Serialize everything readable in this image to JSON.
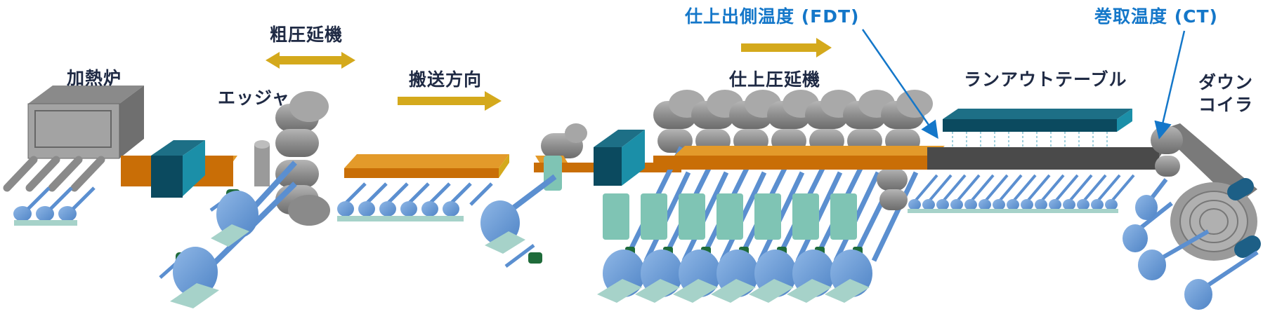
{
  "labels": {
    "furnace": "加熱炉",
    "edger": "エッジャ",
    "rougher": "粗圧延機",
    "direction": "搬送方向",
    "finisher": "仕上圧延機",
    "fdt": "仕上出側温度 (FDT)",
    "ct": "巻取温度 (CT)",
    "runout": "ランアウトテーブル",
    "coiler_line1": "ダウン",
    "coiler_line2": "コイラ"
  },
  "colors": {
    "slab": "#c96e06",
    "arrow": "#d4a91c",
    "machine_gray": "#8f8f8f",
    "shaft_blue": "#5b8fd0",
    "chock_teal": "#7fc4b4",
    "descaler": "#0b4a5f",
    "label_dark": "#1f2a44",
    "label_blue": "#1477c9"
  }
}
